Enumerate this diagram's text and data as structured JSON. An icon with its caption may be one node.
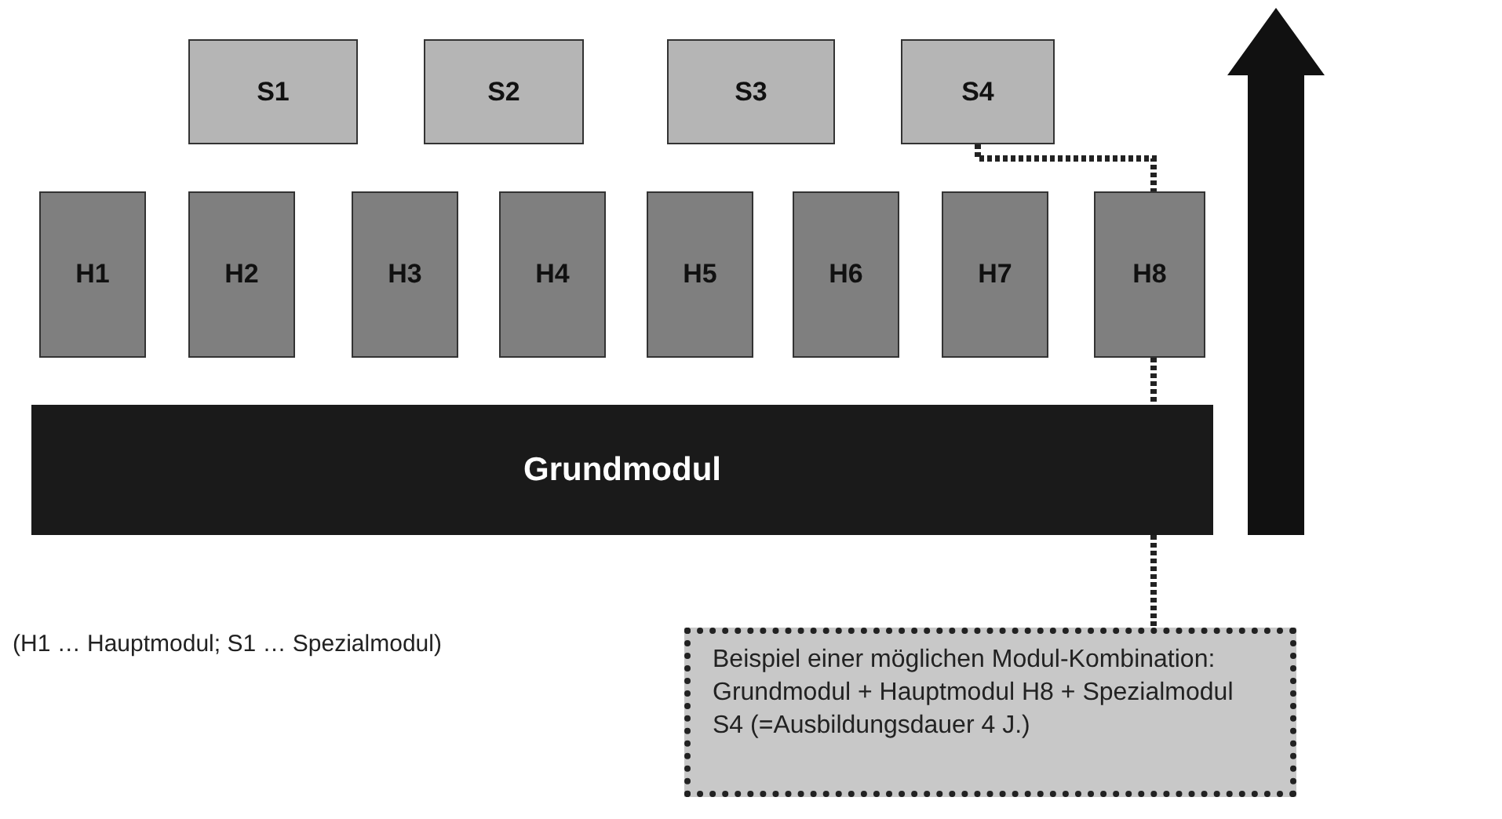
{
  "diagram": {
    "nodes": [
      {
        "text": [
          "S1"
        ]
      },
      {
        "text": [
          "S2"
        ]
      },
      {
        "text": [
          "S3"
        ]
      },
      {
        "text": [
          "S4"
        ]
      },
      {
        "text": [
          "H1"
        ]
      },
      {
        "text": [
          "H2"
        ]
      },
      {
        "text": [
          "H3"
        ]
      },
      {
        "text": [
          "H4"
        ]
      },
      {
        "text": [
          "H5"
        ]
      },
      {
        "text": [
          "H6"
        ]
      },
      {
        "text": [
          "H7"
        ]
      },
      {
        "text": [
          "H8"
        ]
      },
      {
        "text": [
          "Grundmodul"
        ]
      },
      {
        "text": [
          "Beispiel einer möglichen Modul-Kombination: Grundmodul + Hauptmodul H8 + Spezialmodul S4 (=Ausbildungsdauer 4 J.)"
        ]
      }
    ],
    "edges": [
      {
        "from": 3,
        "to": 11,
        "arrow": "none",
        "style": "dashed"
      },
      {
        "from": 11,
        "to": 12,
        "arrow": "none",
        "style": "dashed"
      },
      {
        "from": 12,
        "to": 13,
        "arrow": "none",
        "style": "dashed"
      }
    ],
    "labels": [
      "(H1 … Hauptmodul; S1 … Spezialmodul)"
    ]
  }
}
